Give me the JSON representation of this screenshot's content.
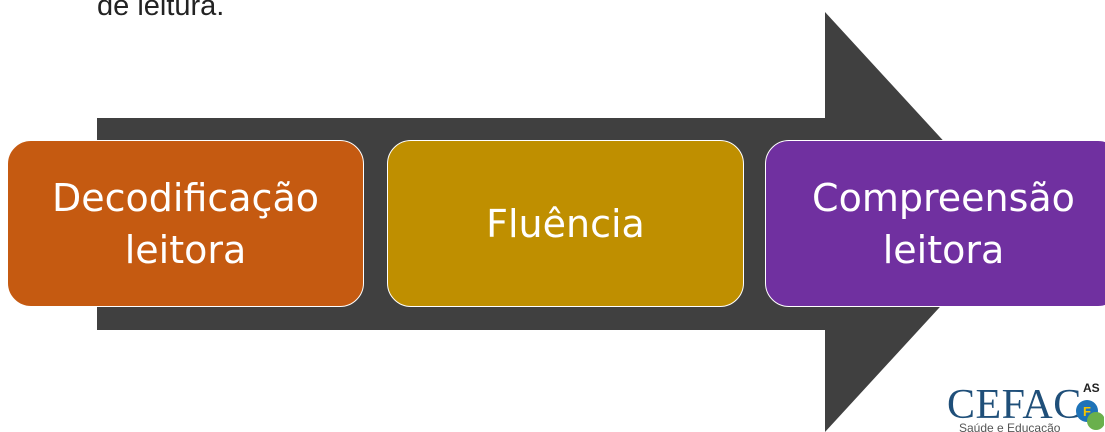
{
  "intro_text": "de leitura.",
  "steps": [
    {
      "label": "Decodificação\nleitora",
      "color": "#c55a11"
    },
    {
      "label": "Fluência",
      "color": "#bf8f00"
    },
    {
      "label": "Compreensão\nleitora",
      "color": "#7030a0"
    }
  ],
  "arrow_color": "#404040",
  "logo": {
    "name": "CEFAC",
    "tagline": "Saúde e Educação",
    "badge_text": "AS",
    "badge_letter": "F",
    "color": "#1f4f79"
  }
}
